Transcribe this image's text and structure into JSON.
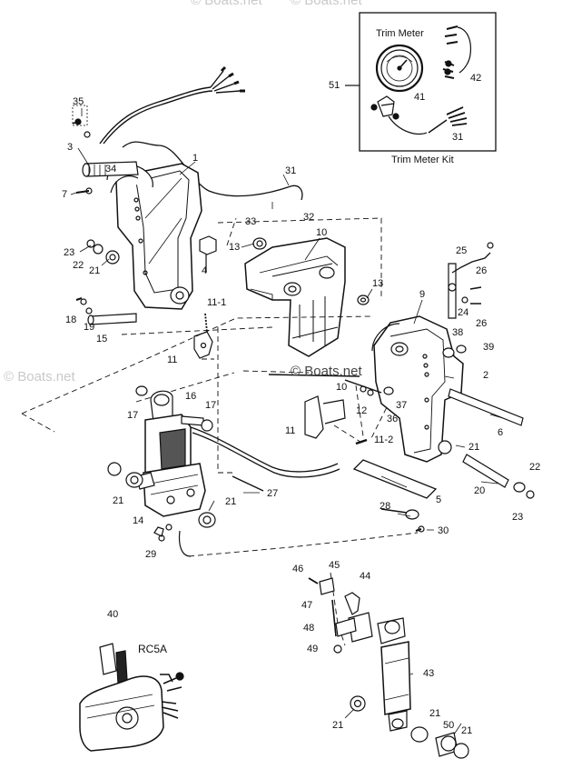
{
  "watermark": {
    "text": "Boats.net",
    "symbol": "©"
  },
  "trim_kit": {
    "meter_title": "Trim Meter",
    "kit_title": "Trim Meter Kit",
    "callout": "51"
  },
  "control_box": {
    "model": "RC5A"
  },
  "callouts": {
    "c1": "1",
    "c2": "2",
    "c3": "3",
    "c4": "4",
    "c5": "5",
    "c6": "6",
    "c7": "7",
    "c9": "9",
    "c10a": "10",
    "c10b": "10",
    "c11a": "11",
    "c11b": "11",
    "c11_1": "11-1",
    "c11_2": "11-2",
    "c12": "12",
    "c13a": "13",
    "c13b": "13",
    "c14": "14",
    "c15": "15",
    "c16": "16",
    "c17a": "17",
    "c17b": "17",
    "c18": "18",
    "c19": "19",
    "c20": "20",
    "c21a": "21",
    "c21b": "21",
    "c21c": "21",
    "c21d": "21",
    "c21e": "21",
    "c21f": "21",
    "c21g": "21",
    "c22a": "22",
    "c22b": "22",
    "c23a": "23",
    "c23b": "23",
    "c24": "24",
    "c25": "25",
    "c26a": "26",
    "c26b": "26",
    "c27": "27",
    "c28": "28",
    "c29": "29",
    "c30": "30",
    "c31a": "31",
    "c31b": "31",
    "c32": "32",
    "c33": "33",
    "c34": "34",
    "c35": "35",
    "c36": "36",
    "c37": "37",
    "c38": "38",
    "c39": "39",
    "c40": "40",
    "c41": "41",
    "c42": "42",
    "c43": "43",
    "c44": "44",
    "c45": "45",
    "c46": "46",
    "c47": "47",
    "c48": "48",
    "c49": "49",
    "c50": "50"
  },
  "colors": {
    "line": "#111111",
    "watermark": "#c9c9c9",
    "fill": "#ffffff",
    "shade": "#bdbdbd"
  }
}
